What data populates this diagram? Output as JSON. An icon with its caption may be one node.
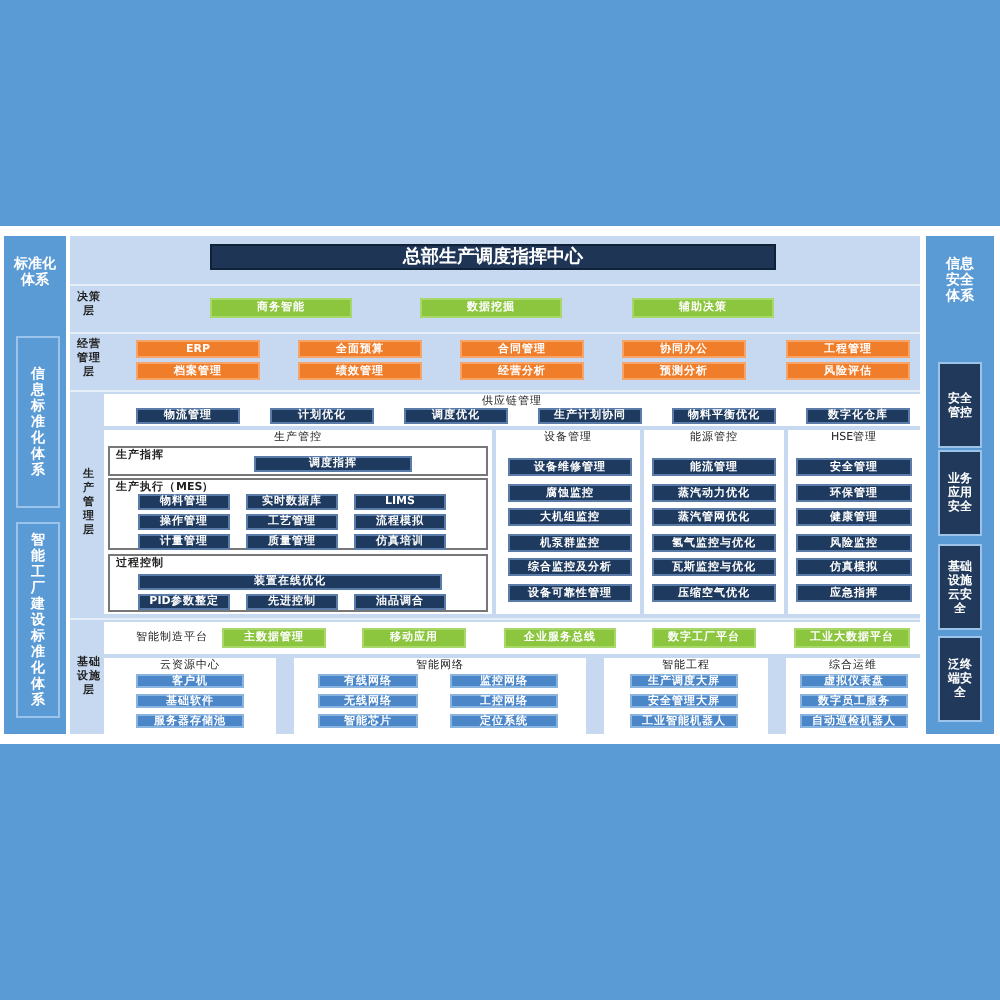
{
  "diagram": {
    "nodes": [
      {
        "text": [
          "标准化体系"
        ]
      },
      {
        "text": [
          "信息标准化体系"
        ],
        "in": 0
      },
      {
        "text": [
          "智能工厂建设标准化体系"
        ],
        "in": 0
      },
      {
        "text": [
          "信息安全体系"
        ]
      },
      {
        "text": [
          "安全管控"
        ],
        "in": 3
      },
      {
        "text": [
          "业务应用安全"
        ],
        "in": 3
      },
      {
        "text": [
          "基础设施云安全"
        ],
        "in": 3
      },
      {
        "text": [
          "泛终端安全"
        ],
        "in": 3
      },
      {
        "text": [
          "总部生产调度指挥中心"
        ]
      },
      {
        "text": [
          "决策层"
        ]
      },
      {
        "text": [
          "商务智能"
        ],
        "in": 9
      },
      {
        "text": [
          "数据挖掘"
        ],
        "in": 9
      },
      {
        "text": [
          "辅助决策"
        ],
        "in": 9
      },
      {
        "text": [
          "经营管理层"
        ]
      },
      {
        "text": [
          "ERP"
        ],
        "in": 13
      },
      {
        "text": [
          "全面预算"
        ],
        "in": 13
      },
      {
        "text": [
          "合同管理"
        ],
        "in": 13
      },
      {
        "text": [
          "协同办公"
        ],
        "in": 13
      },
      {
        "text": [
          "工程管理"
        ],
        "in": 13
      },
      {
        "text": [
          "档案管理"
        ],
        "in": 13
      },
      {
        "text": [
          "绩效管理"
        ],
        "in": 13
      },
      {
        "text": [
          "经营分析"
        ],
        "in": 13
      },
      {
        "text": [
          "预测分析"
        ],
        "in": 13
      },
      {
        "text": [
          "风险评估"
        ],
        "in": 13
      },
      {
        "text": [
          "生产管理层"
        ]
      },
      {
        "text": [
          "供应链管理"
        ],
        "in": 24
      },
      {
        "text": [
          "物流管理"
        ],
        "in": 25
      },
      {
        "text": [
          "计划优化"
        ],
        "in": 25
      },
      {
        "text": [
          "调度优化"
        ],
        "in": 25
      },
      {
        "text": [
          "生产计划协同"
        ],
        "in": 25
      },
      {
        "text": [
          "物料平衡优化"
        ],
        "in": 25
      },
      {
        "text": [
          "数字化仓库"
        ],
        "in": 25
      },
      {
        "text": [
          "生产管控"
        ],
        "in": 24
      },
      {
        "text": [
          "生产指挥"
        ],
        "in": 32
      },
      {
        "text": [
          "调度指挥"
        ],
        "in": 33
      },
      {
        "text": [
          "生产执行（MES）"
        ],
        "in": 32
      },
      {
        "text": [
          "物料管理"
        ],
        "in": 35
      },
      {
        "text": [
          "实时数据库"
        ],
        "in": 35
      },
      {
        "text": [
          "LIMS"
        ],
        "in": 35
      },
      {
        "text": [
          "操作管理"
        ],
        "in": 35
      },
      {
        "text": [
          "工艺管理"
        ],
        "in": 35
      },
      {
        "text": [
          "流程模拟"
        ],
        "in": 35
      },
      {
        "text": [
          "计量管理"
        ],
        "in": 35
      },
      {
        "text": [
          "质量管理"
        ],
        "in": 35
      },
      {
        "text": [
          "仿真培训"
        ],
        "in": 35
      },
      {
        "text": [
          "过程控制"
        ],
        "in": 32
      },
      {
        "text": [
          "装置在线优化"
        ],
        "in": 45
      },
      {
        "text": [
          "PID参数整定"
        ],
        "in": 45
      },
      {
        "text": [
          "先进控制"
        ],
        "in": 45
      },
      {
        "text": [
          "油品调合"
        ],
        "in": 45
      },
      {
        "text": [
          "设备管理"
        ],
        "in": 24
      },
      {
        "text": [
          "设备维修管理"
        ],
        "in": 50
      },
      {
        "text": [
          "腐蚀监控"
        ],
        "in": 50
      },
      {
        "text": [
          "大机组监控"
        ],
        "in": 50
      },
      {
        "text": [
          "机泵群监控"
        ],
        "in": 50
      },
      {
        "text": [
          "综合监控及分析"
        ],
        "in": 50
      },
      {
        "text": [
          "设备可靠性管理"
        ],
        "in": 50
      },
      {
        "text": [
          "能源管控"
        ],
        "in": 24
      },
      {
        "text": [
          "能流管理"
        ],
        "in": 57
      },
      {
        "text": [
          "蒸汽动力优化"
        ],
        "in": 57
      },
      {
        "text": [
          "蒸汽管网优化"
        ],
        "in": 57
      },
      {
        "text": [
          "氢气监控与优化"
        ],
        "in": 57
      },
      {
        "text": [
          "瓦斯监控与优化"
        ],
        "in": 57
      },
      {
        "text": [
          "压缩空气优化"
        ],
        "in": 57
      },
      {
        "text": [
          "HSE管理"
        ],
        "in": 24
      },
      {
        "text": [
          "安全管理"
        ],
        "in": 64
      },
      {
        "text": [
          "环保管理"
        ],
        "in": 64
      },
      {
        "text": [
          "健康管理"
        ],
        "in": 64
      },
      {
        "text": [
          "风险监控"
        ],
        "in": 64
      },
      {
        "text": [
          "仿真模拟"
        ],
        "in": 64
      },
      {
        "text": [
          "应急指挥"
        ],
        "in": 64
      },
      {
        "text": [
          "基础设施层"
        ]
      },
      {
        "text": [
          "智能制造平台"
        ],
        "in": 71
      },
      {
        "text": [
          "主数据管理"
        ],
        "in": 72
      },
      {
        "text": [
          "移动应用"
        ],
        "in": 72
      },
      {
        "text": [
          "企业服务总线"
        ],
        "in": 72
      },
      {
        "text": [
          "数字工厂平台"
        ],
        "in": 72
      },
      {
        "text": [
          "工业大数据平台"
        ],
        "in": 72
      },
      {
        "text": [
          "云资源中心"
        ],
        "in": 71
      },
      {
        "text": [
          "客户机"
        ],
        "in": 78
      },
      {
        "text": [
          "基础软件"
        ],
        "in": 78
      },
      {
        "text": [
          "服务器存储池"
        ],
        "in": 78
      },
      {
        "text": [
          "智能网络"
        ],
        "in": 71
      },
      {
        "text": [
          "有线网络"
        ],
        "in": 82
      },
      {
        "text": [
          "监控网络"
        ],
        "in": 82
      },
      {
        "text": [
          "无线网络"
        ],
        "in": 82
      },
      {
        "text": [
          "工控网络"
        ],
        "in": 82
      },
      {
        "text": [
          "智能芯片"
        ],
        "in": 82
      },
      {
        "text": [
          "定位系统"
        ],
        "in": 82
      },
      {
        "text": [
          "智能工程"
        ],
        "in": 71
      },
      {
        "text": [
          "生产调度大屏"
        ],
        "in": 89
      },
      {
        "text": [
          "安全管理大屏"
        ],
        "in": 89
      },
      {
        "text": [
          "工业智能机器人"
        ],
        "in": 89
      },
      {
        "text": [
          "综合运维"
        ],
        "in": 71
      },
      {
        "text": [
          "虚拟仪表盘"
        ],
        "in": 93
      },
      {
        "text": [
          "数字员工服务"
        ],
        "in": 93
      },
      {
        "text": [
          "自动巡检机器人"
        ],
        "in": 93
      }
    ]
  }
}
